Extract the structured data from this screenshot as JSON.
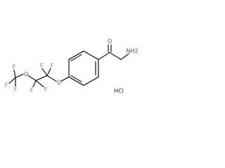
{
  "structure": {
    "atoms": {
      "carbonyl_o": "O",
      "amine_n": "NH2",
      "ether_o": "O",
      "f_top_left": "F",
      "f_top_right": "F",
      "f_bottom_right": "F",
      "f_bottom_left": "F",
      "methoxy_o": "O",
      "cf3_f_top": "F",
      "cf3_f_left": "F",
      "cf3_f_bottom": "F",
      "salt": "HCl"
    },
    "colors": {
      "bond": "#222222",
      "carbon": "#222222",
      "oxygen": "#e02020",
      "nitrogen": "#2c4fd0",
      "fluorine": "#4f9a2f",
      "hcl": "#222222"
    }
  }
}
